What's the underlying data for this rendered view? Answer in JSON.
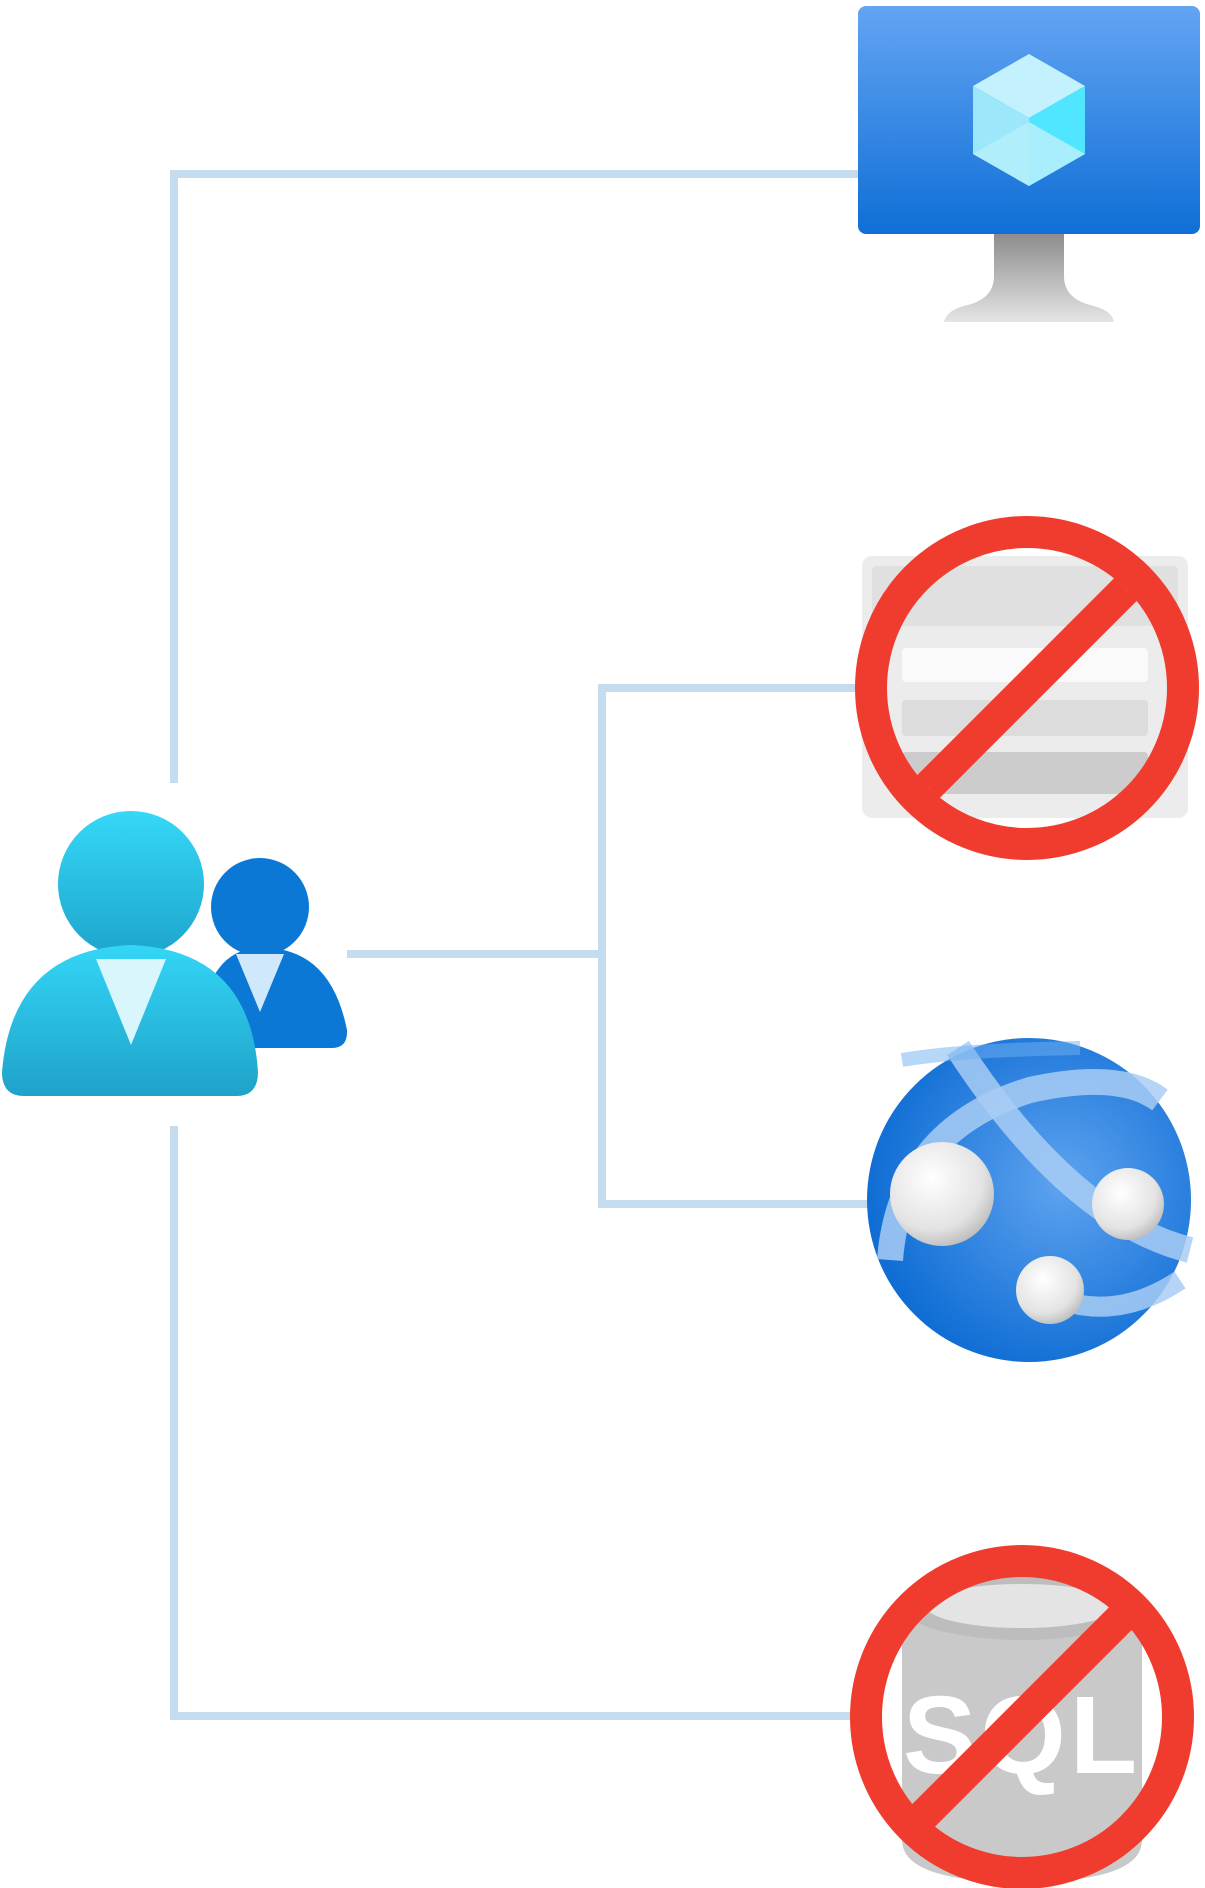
{
  "diagram": {
    "nodes": [
      {
        "id": "user-group",
        "icon": "user-group-icon",
        "status": "source"
      },
      {
        "id": "virtual-machine",
        "icon": "virtual-machine-icon",
        "status": "allowed"
      },
      {
        "id": "storage-account",
        "icon": "storage-icon",
        "status": "blocked"
      },
      {
        "id": "app-service",
        "icon": "web-app-globe-icon",
        "status": "allowed"
      },
      {
        "id": "sql-database",
        "icon": "sql-database-icon",
        "status": "blocked",
        "label": "SQL"
      }
    ],
    "edges": [
      {
        "from": "user-group",
        "to": "virtual-machine"
      },
      {
        "from": "user-group",
        "to": "storage-account"
      },
      {
        "from": "user-group",
        "to": "app-service"
      },
      {
        "from": "user-group",
        "to": "sql-database"
      }
    ],
    "colors": {
      "connector": "#c5dcef",
      "blocked": "#f03c2e",
      "vm_blue": "#1e86e0",
      "user_cyan": "#32d4f5",
      "user_blue": "#0a78d4"
    }
  }
}
